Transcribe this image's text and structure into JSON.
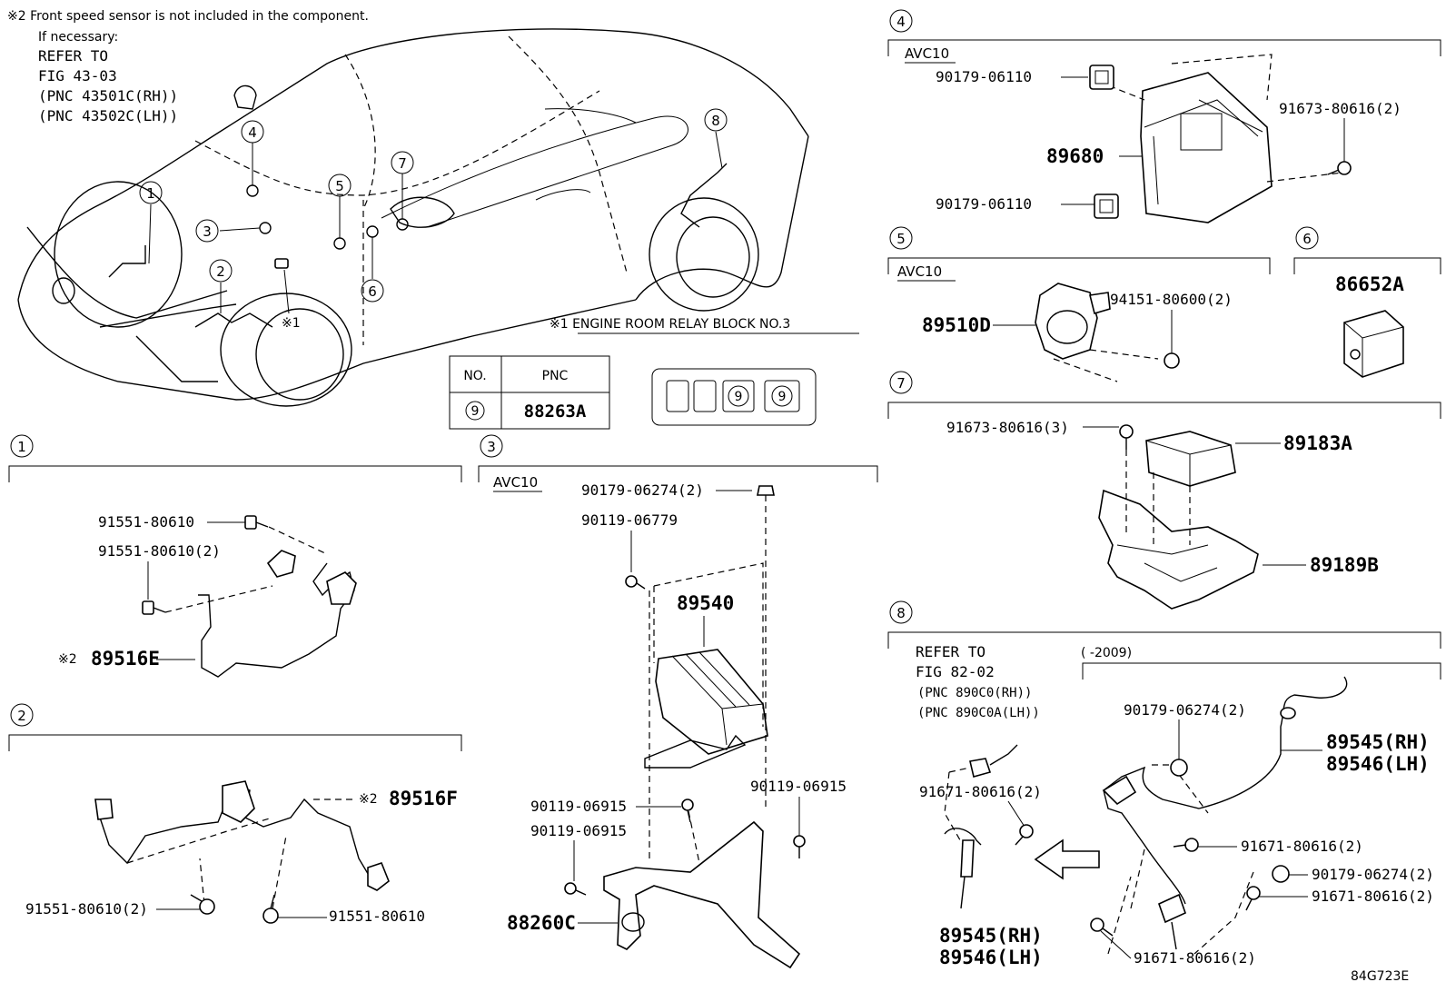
{
  "notes": {
    "sensor_note": "※2 Front speed sensor is not included in the component.",
    "if_necessary": "If necessary:",
    "refer_to": "REFER TO",
    "fig": "FIG 43-03",
    "pnc_rh": "(PNC 43501C(RH))",
    "pnc_lh": "(PNC 43502C(LH))",
    "engine_room": "※1 ENGINE ROOM RELAY BLOCK NO.3",
    "diagram_code": "84G723E"
  },
  "overview": {
    "callouts": [
      "1",
      "2",
      "3",
      "4",
      "5",
      "6",
      "7",
      "8"
    ],
    "relay_mark": "※1"
  },
  "pnc_table": {
    "headers": [
      "NO.",
      "PNC"
    ],
    "row": {
      "no": "9",
      "pnc": "88263A"
    },
    "relay_slots": [
      "9",
      "9"
    ]
  },
  "sections": {
    "s1": {
      "num": "1",
      "parts": {
        "bolt_a": "91551-80610",
        "bolt_b": "91551-80610(2)",
        "sensor_mark": "※2",
        "sensor": "89516E"
      }
    },
    "s2": {
      "num": "2",
      "parts": {
        "sensor_mark": "※2",
        "sensor": "89516F",
        "bolt_a": "91551-80610(2)",
        "bolt_b": "91551-80610"
      }
    },
    "s3": {
      "num": "3",
      "tag": "AVC10",
      "parts": {
        "nut": "90179-06274(2)",
        "bolt_top": "90119-06779",
        "ecu": "89540",
        "bolt_mid_l": "90119-06915",
        "bolt_mid_r": "90119-06915",
        "bolt_low": "90119-06915",
        "bracket": "88260C"
      }
    },
    "s4": {
      "num": "4",
      "tag": "AVC10",
      "parts": {
        "nut_top": "90179-06110",
        "ecu": "89680",
        "nut_low": "90179-06110",
        "screw": "91673-80616(2)"
      }
    },
    "s5": {
      "num": "5",
      "tag": "AVC10",
      "parts": {
        "sensor": "89510D",
        "nut": "94151-80600(2)"
      }
    },
    "s6": {
      "num": "6",
      "parts": {
        "relay": "86652A"
      }
    },
    "s7": {
      "num": "7",
      "parts": {
        "screw": "91673-80616(3)",
        "sensor": "89183A",
        "bracket": "89189B"
      }
    },
    "s8": {
      "num": "8",
      "refer_to": "REFER TO",
      "fig": "FIG 82-02",
      "pnc_rh": "(PNC 890C0(RH))",
      "pnc_lh": "(PNC 890C0A(LH))",
      "range": "(       -2009)",
      "parts": {
        "nut_top": "90179-06274(2)",
        "sensor_rh": "89545(RH)",
        "sensor_lh": "89546(LH)",
        "bolt_left": "91671-80616(2)",
        "bolt_mid": "91671-80616(2)",
        "nut_right": "90179-06274(2)",
        "bolt_right": "91671-80616(2)",
        "bolt_low": "91671-80616(2)",
        "sensor2_rh": "89545(RH)",
        "sensor2_lh": "89546(LH)"
      }
    }
  }
}
